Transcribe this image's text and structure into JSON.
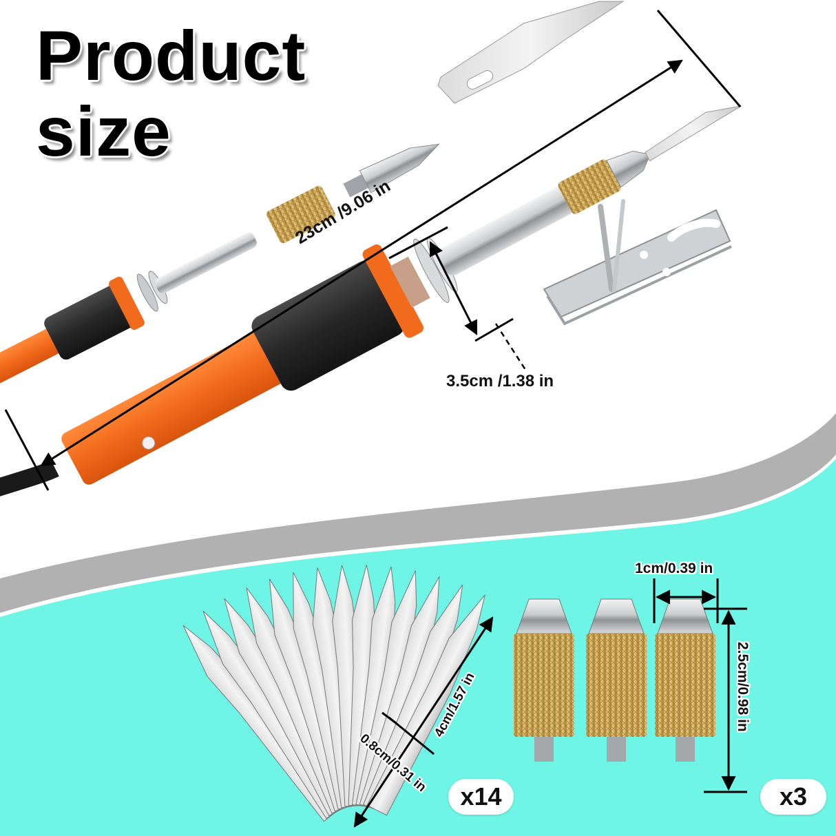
{
  "title": {
    "line1": "Product",
    "line2": "size"
  },
  "dimensions": {
    "pen_length": "23cm /9.06 in",
    "grip_diameter": "3.5cm /1.38 in",
    "tip_width": "1cm/0.39 in",
    "tip_length": "2.5cm/0.98 in",
    "blade_length": "4cm/1.57 in",
    "blade_width": "0.8cm/0.31 in"
  },
  "quantities": {
    "blades": "x14",
    "tips": "x3"
  },
  "colors": {
    "accent_orange": "#f26a1b",
    "teal_background": "#6ef5e6",
    "gray_band": "#b1b1b1",
    "brass": "#d9b464",
    "steel": "#d4d6d8"
  }
}
